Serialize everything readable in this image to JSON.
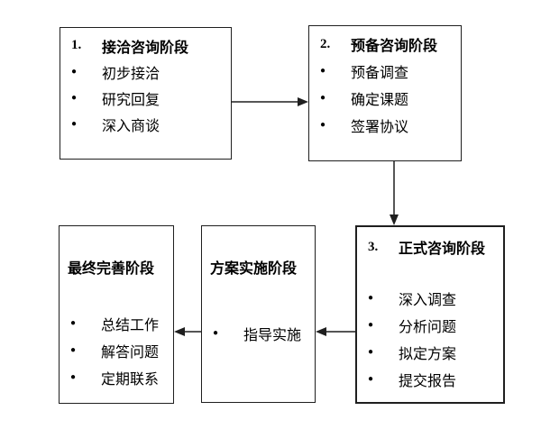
{
  "bullet_glyph": "●",
  "colors": {
    "background": "#ffffff",
    "border": "#1f1f1f",
    "text": "#000000",
    "arrow": "#1f1f1f"
  },
  "boxes": {
    "initial_contact": {
      "number": "1.",
      "title": "接洽咨询阶段",
      "items": [
        "初步接洽",
        "研究回复",
        "深入商谈"
      ]
    },
    "preparatory": {
      "number": "2.",
      "title": "预备咨询阶段",
      "items": [
        "预备调查",
        "确定课题",
        "签署协议"
      ]
    },
    "formal": {
      "number": "3.",
      "title": "正式咨询阶段",
      "items": [
        "深入调查",
        "分析问题",
        "拟定方案",
        "提交报告"
      ]
    },
    "implementation": {
      "title": "方案实施阶段",
      "items": [
        "指导实施"
      ]
    },
    "final_improvement": {
      "title": "最终完善阶段",
      "items": [
        "总结工作",
        "解答问题",
        "定期联系"
      ]
    }
  },
  "flow": [
    {
      "from": "接洽咨询阶段",
      "to": "预备咨询阶段"
    },
    {
      "from": "预备咨询阶段",
      "to": "正式咨询阶段"
    },
    {
      "from": "正式咨询阶段",
      "to": "方案实施阶段"
    },
    {
      "from": "方案实施阶段",
      "to": "最终完善阶段"
    }
  ]
}
